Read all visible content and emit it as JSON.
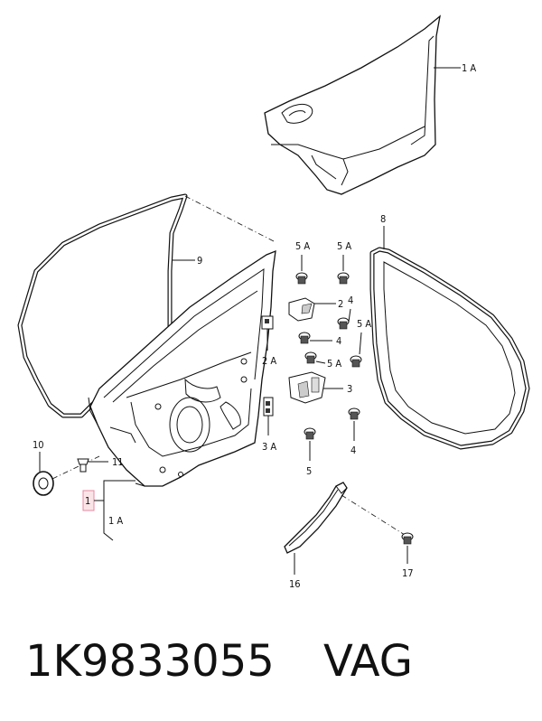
{
  "callouts": {
    "c1": "1",
    "c1A_top": "1 A",
    "c1A_bottom": "1 A",
    "c2": "2",
    "c2A": "2 A",
    "c3": "3",
    "c3A": "3 A",
    "c4a": "4",
    "c4b": "4",
    "c4c": "4",
    "c5": "5",
    "c5A_left": "5 A",
    "c5A_right": "5 A",
    "c5A_mid": "5 A",
    "c5A_side": "5 A",
    "c8": "8",
    "c9": "9",
    "c10": "10",
    "c11": "11",
    "c16": "16",
    "c17": "17"
  },
  "caption": {
    "part_number": "1K9833055",
    "brand": "VAG"
  },
  "colors": {
    "highlight": "#fbe4e8"
  }
}
